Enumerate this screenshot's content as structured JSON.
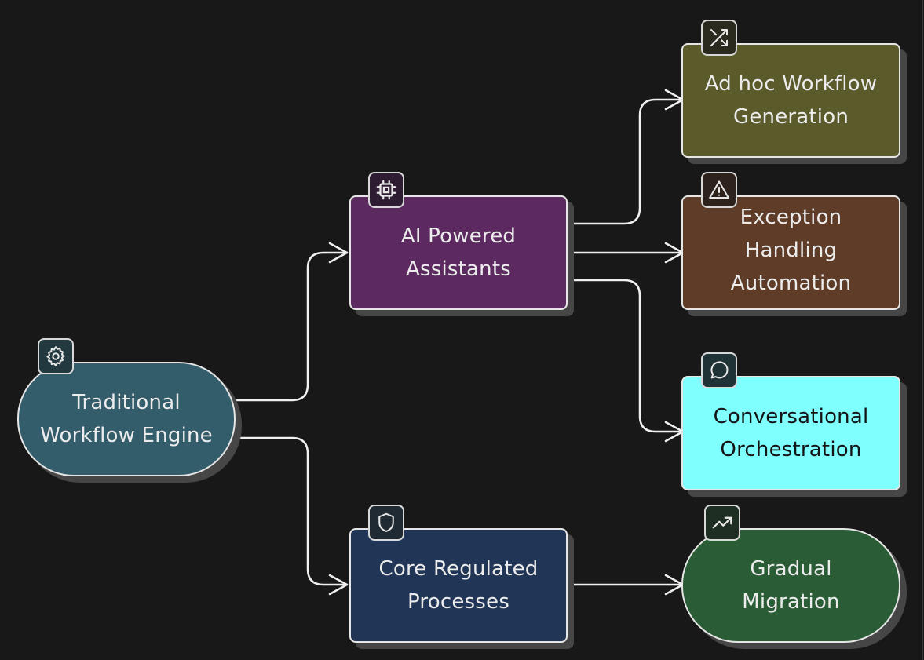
{
  "diagram": {
    "type": "flowchart",
    "direction": "left-to-right",
    "background": "#181818",
    "nodes": [
      {
        "id": "traditional",
        "label": "Traditional\nWorkflow Engine",
        "shape": "pill",
        "fill": "#345d6c",
        "badge_fill": "#22393f",
        "icon": "gear-icon"
      },
      {
        "id": "ai",
        "label": "AI Powered\nAssistants",
        "shape": "rect",
        "fill": "#5c2a61",
        "badge_fill": "#2e1c32",
        "icon": "cpu-chip-icon"
      },
      {
        "id": "core",
        "label": "Core Regulated\nProcesses",
        "shape": "rect",
        "fill": "#213657",
        "badge_fill": "#1f2a33",
        "icon": "shield-icon"
      },
      {
        "id": "adhoc",
        "label": "Ad hoc Workflow\nGeneration",
        "shape": "rect",
        "fill": "#5a5a2a",
        "badge_fill": "#2a2a1e",
        "icon": "shuffle-icon"
      },
      {
        "id": "exception",
        "label": "Exception\nHandling\nAutomation",
        "shape": "rect",
        "fill": "#5e3c27",
        "badge_fill": "#2e221c",
        "icon": "warning-icon"
      },
      {
        "id": "conv",
        "label": "Conversational\nOrchestration",
        "shape": "rect",
        "fill": "#80ffff",
        "badge_fill": "#1f3236",
        "icon": "chat-bubble-icon",
        "text_color": "#141414"
      },
      {
        "id": "gradual",
        "label": "Gradual\nMigration",
        "shape": "pill",
        "fill": "#2a5c35",
        "badge_fill": "#1f2e22",
        "icon": "trending-up-icon"
      }
    ],
    "edges": [
      {
        "from": "traditional",
        "to": "ai"
      },
      {
        "from": "traditional",
        "to": "core"
      },
      {
        "from": "ai",
        "to": "adhoc"
      },
      {
        "from": "ai",
        "to": "exception"
      },
      {
        "from": "ai",
        "to": "conv"
      },
      {
        "from": "core",
        "to": "gradual"
      }
    ],
    "colors": {
      "edge": "#f0f0f0",
      "node_border": "#e6e6e6",
      "shadow": "#464646",
      "text_light": "#ececec",
      "text_dark": "#141414"
    }
  }
}
